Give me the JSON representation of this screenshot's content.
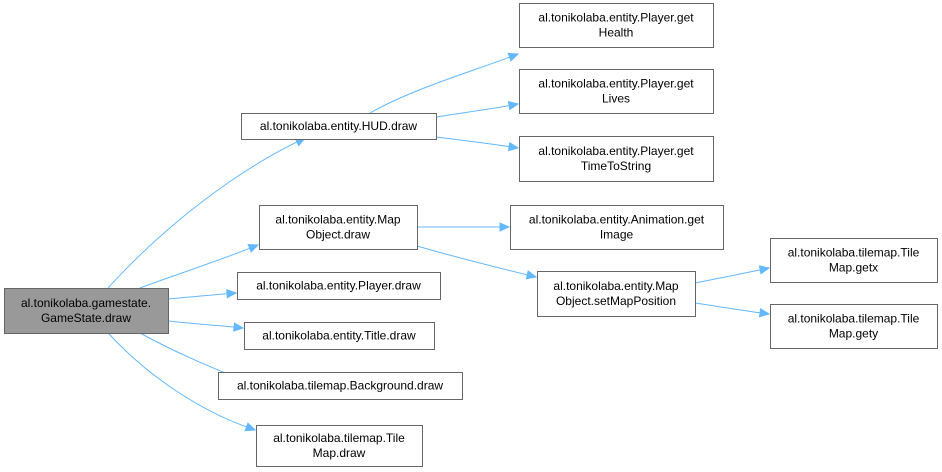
{
  "graph": {
    "nodes": [
      {
        "id": "root",
        "lines": [
          "al.tonikolaba.gamestate.",
          "GameState.draw"
        ],
        "highlighted": true
      },
      {
        "id": "hud",
        "lines": [
          "al.tonikolaba.entity.HUD.draw"
        ]
      },
      {
        "id": "getHealth",
        "lines": [
          "al.tonikolaba.entity.Player.get",
          "Health"
        ]
      },
      {
        "id": "getLives",
        "lines": [
          "al.tonikolaba.entity.Player.get",
          "Lives"
        ]
      },
      {
        "id": "getTime",
        "lines": [
          "al.tonikolaba.entity.Player.get",
          "TimeToString"
        ]
      },
      {
        "id": "mapObjDraw",
        "lines": [
          "al.tonikolaba.entity.Map",
          "Object.draw"
        ]
      },
      {
        "id": "animGetImage",
        "lines": [
          "al.tonikolaba.entity.Animation.get",
          "Image"
        ]
      },
      {
        "id": "setMapPos",
        "lines": [
          "al.tonikolaba.entity.Map",
          "Object.setMapPosition"
        ]
      },
      {
        "id": "getx",
        "lines": [
          "al.tonikolaba.tilemap.Tile",
          "Map.getx"
        ]
      },
      {
        "id": "gety",
        "lines": [
          "al.tonikolaba.tilemap.Tile",
          "Map.gety"
        ]
      },
      {
        "id": "playerDraw",
        "lines": [
          "al.tonikolaba.entity.Player.draw"
        ]
      },
      {
        "id": "titleDraw",
        "lines": [
          "al.tonikolaba.entity.Title.draw"
        ]
      },
      {
        "id": "bgDraw",
        "lines": [
          "al.tonikolaba.tilemap.Background.draw"
        ]
      },
      {
        "id": "tileMapDraw",
        "lines": [
          "al.tonikolaba.tilemap.Tile",
          "Map.draw"
        ]
      }
    ],
    "edges": [
      {
        "from": "root",
        "to": "hud"
      },
      {
        "from": "root",
        "to": "mapObjDraw"
      },
      {
        "from": "root",
        "to": "playerDraw"
      },
      {
        "from": "root",
        "to": "titleDraw"
      },
      {
        "from": "root",
        "to": "bgDraw"
      },
      {
        "from": "root",
        "to": "tileMapDraw"
      },
      {
        "from": "hud",
        "to": "getHealth"
      },
      {
        "from": "hud",
        "to": "getLives"
      },
      {
        "from": "hud",
        "to": "getTime"
      },
      {
        "from": "mapObjDraw",
        "to": "animGetImage"
      },
      {
        "from": "mapObjDraw",
        "to": "setMapPos"
      },
      {
        "from": "setMapPos",
        "to": "getx"
      },
      {
        "from": "setMapPos",
        "to": "gety"
      }
    ],
    "colors": {
      "edge": "#63b8ff",
      "node_border": "#666666",
      "node_fill": "#ffffff",
      "root_fill": "#999999"
    }
  }
}
